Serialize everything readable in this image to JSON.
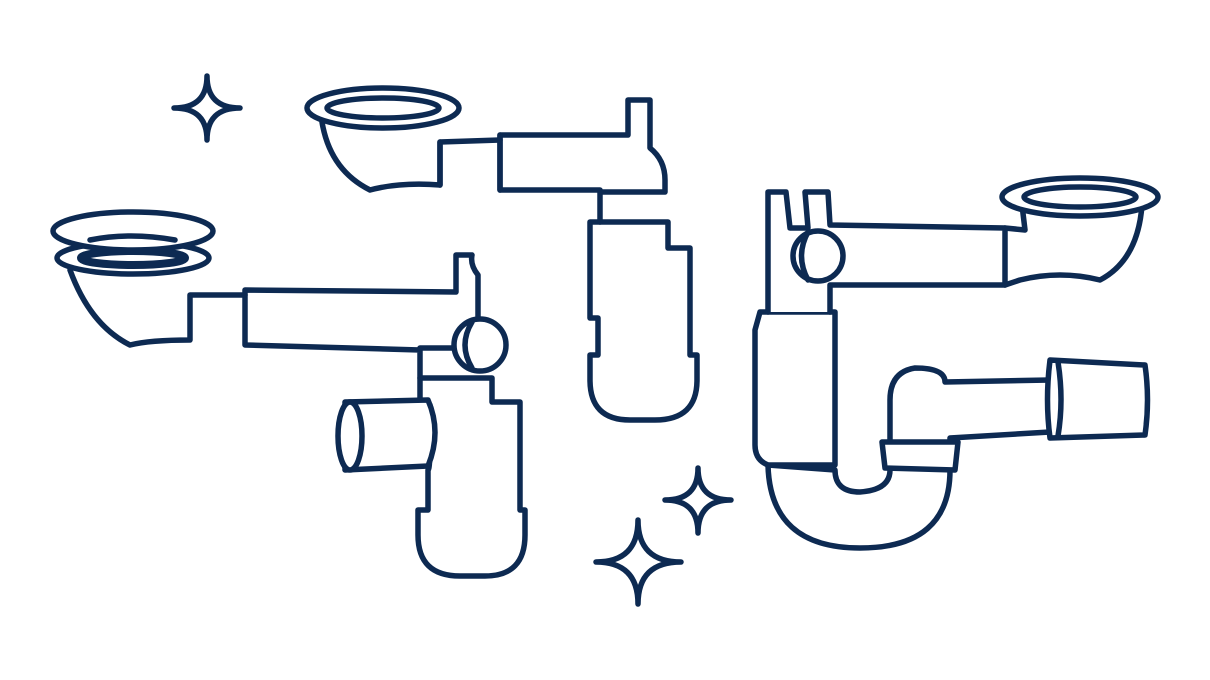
{
  "illustration": {
    "subject": "sink-siphons",
    "colors": {
      "line": "#0d2a52",
      "background": "#ffffff"
    },
    "icons": [
      "sparkle-icon",
      "bottle-siphon",
      "pipe-siphon"
    ]
  }
}
